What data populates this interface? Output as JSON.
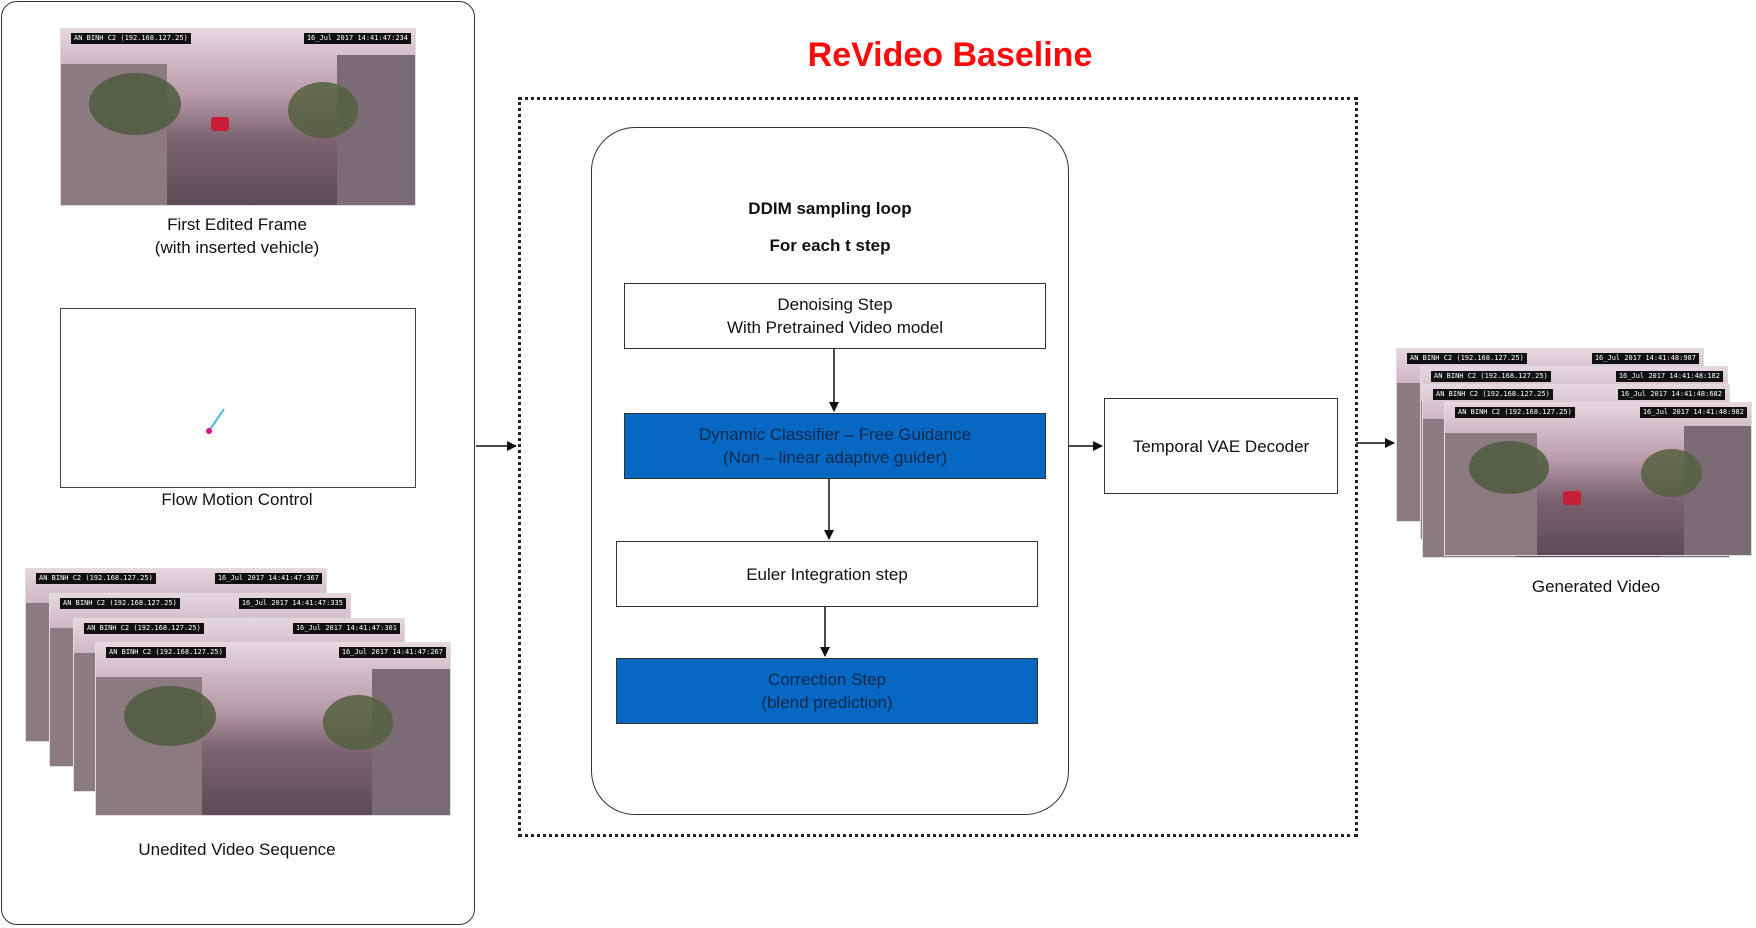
{
  "title": "ReVideo Baseline",
  "inputs": {
    "first_frame_label_line1": "First Edited Frame",
    "first_frame_label_line2": "(with inserted vehicle)",
    "flow_label": "Flow Motion Control",
    "unedited_label": "Unedited Video Sequence",
    "hud_left": "AN BINH C2 (192.168.127.25)",
    "hud_right_first": "16_Jul 2017  14:41:47:234",
    "hud_right_stack": [
      "16_Jul 2017  14:41:47:367",
      "16_Jul 2017  14:41:47:335",
      "16_Jul 2017  14:41:47:301",
      "16_Jul 2017  14:41:47:267"
    ]
  },
  "loop": {
    "heading": "DDIM sampling loop",
    "subheading": "For each t step",
    "steps": [
      {
        "line1": "Denoising Step",
        "line2": "With Pretrained Video model",
        "style": "white"
      },
      {
        "line1": "Dynamic Classifier – Free Guidance",
        "line2": "(Non – linear adaptive guider)",
        "style": "blue"
      },
      {
        "line1": "Euler Integration step",
        "line2": "",
        "style": "white"
      },
      {
        "line1": "Correction Step",
        "line2": "(blend prediction)",
        "style": "blue"
      }
    ]
  },
  "decoder": {
    "label": "Temporal VAE Decoder"
  },
  "output": {
    "label": "Generated Video",
    "hud_left": "AN BINH C2 (192.168.127.25)",
    "hud_right_stack": [
      "16_Jul 2017  14:41:48:987",
      "16_Jul 2017  14:41:48:182",
      "16_Jul 2017  14:41:48:682",
      "16_Jul 2017  14:41:48:982"
    ]
  },
  "colors": {
    "title": "#ff0a0a",
    "blue_step": "#0768c4",
    "flow_arrow": "#4fb6f0",
    "flow_dot": "#e0128a"
  }
}
